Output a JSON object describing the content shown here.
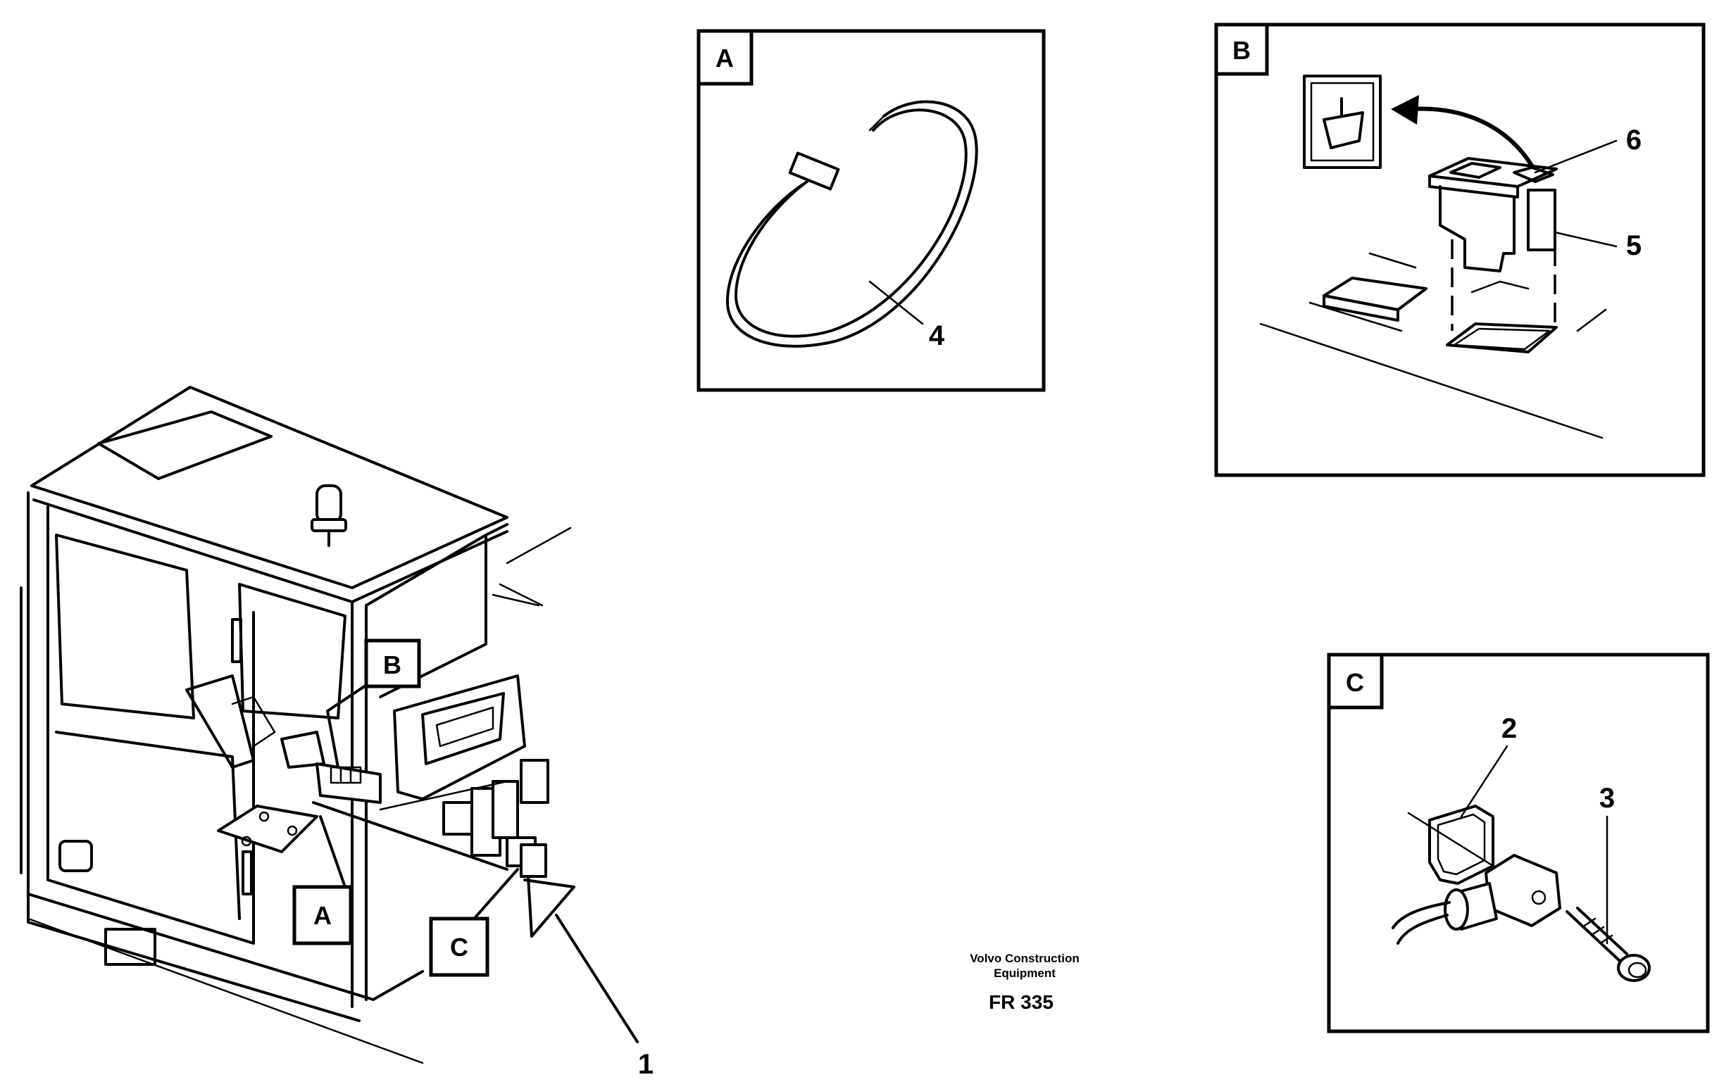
{
  "panels": {
    "a": {
      "tag": "A",
      "callout": "4"
    },
    "b": {
      "tag": "B",
      "callouts": [
        "6",
        "5"
      ]
    },
    "c": {
      "tag": "C",
      "callouts": [
        "2",
        "3"
      ]
    }
  },
  "main": {
    "tags": [
      "B",
      "A",
      "C"
    ],
    "callout": "1"
  },
  "credit": {
    "line1": "Volvo Construction",
    "line2": "Equipment",
    "code": "FR 335"
  }
}
